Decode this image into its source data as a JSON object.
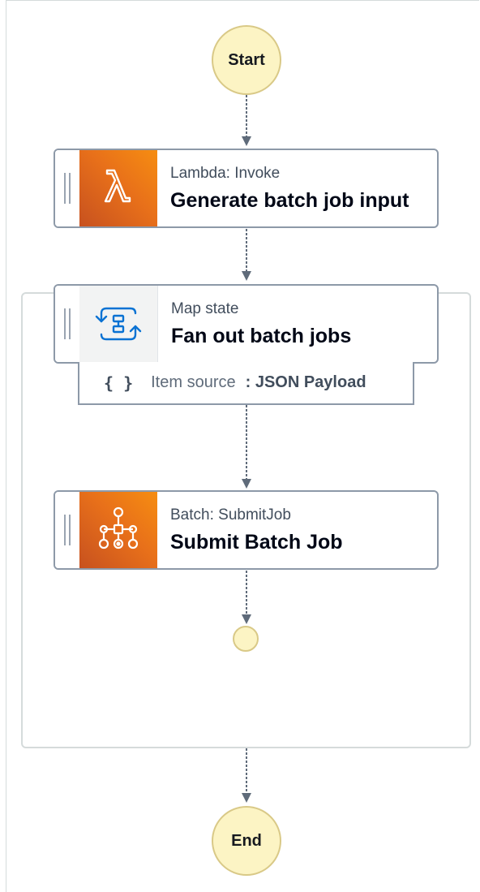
{
  "diagram": {
    "start_label": "Start",
    "end_label": "End",
    "states": [
      {
        "type": "Lambda: Invoke",
        "name": "Generate batch job input",
        "icon": "lambda-icon"
      },
      {
        "type": "Map state",
        "name": "Fan out batch jobs",
        "icon": "map-state-icon"
      },
      {
        "type": "Batch: SubmitJob",
        "name": "Submit Batch Job",
        "icon": "batch-icon"
      }
    ],
    "item_source": {
      "icon": "braces-icon",
      "label": "Item source",
      "value": ": JSON Payload"
    }
  },
  "colors": {
    "terminal_fill": "#fcf4c4",
    "lambda_orange": "#e8701a",
    "map_blue": "#0972d3",
    "connector": "#5f6b7a"
  }
}
